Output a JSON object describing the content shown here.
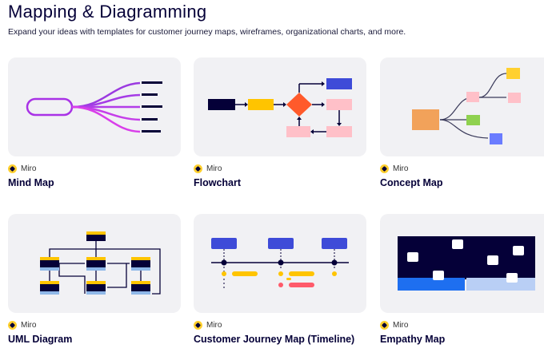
{
  "section": {
    "title": "Mapping & Diagramming",
    "subtitle": "Expand your ideas with templates for customer journey maps, wireframes, organizational charts, and more."
  },
  "cards": [
    {
      "name": "Mind Map",
      "author": "Miro",
      "icon": "mind-map-thumbnail"
    },
    {
      "name": "Flowchart",
      "author": "Miro",
      "icon": "flowchart-thumbnail"
    },
    {
      "name": "Concept Map",
      "author": "Miro",
      "icon": "concept-map-thumbnail"
    },
    {
      "name": "UML Diagram",
      "author": "Miro",
      "icon": "uml-diagram-thumbnail"
    },
    {
      "name": "Customer Journey Map (Timeline)",
      "author": "Miro",
      "icon": "customer-journey-thumbnail"
    },
    {
      "name": "Empathy Map",
      "author": "Miro",
      "icon": "empathy-map-thumbnail"
    }
  ],
  "colors": {
    "text": "#050038",
    "card_bg": "#f1f1f4",
    "miro_yellow": "#ffd02f",
    "purple": "#b33cf0",
    "blue": "#3e4bd8",
    "yellow": "#ffcc00",
    "orange": "#ff5a2b",
    "pink": "#ffc0c8",
    "green": "#8fd14f"
  }
}
